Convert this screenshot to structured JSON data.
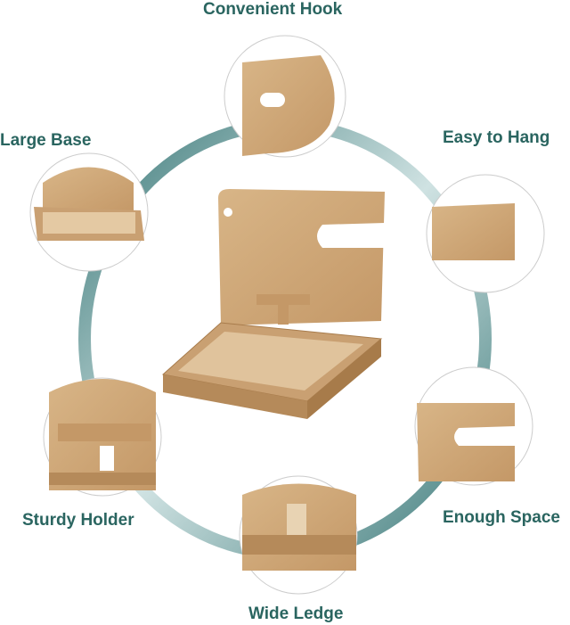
{
  "labels": {
    "top": "Convenient Hook",
    "top_left": "Large Base",
    "top_right": "Easy to Hang",
    "bottom_left": "Sturdy Holder",
    "bottom_right": "Enough Space",
    "bottom": "Wide Ledge"
  },
  "colors": {
    "ring": "#3d7a7a",
    "text": "#2a6560",
    "wood": "#d2ad7f",
    "wood_dark": "#b88c5a"
  }
}
